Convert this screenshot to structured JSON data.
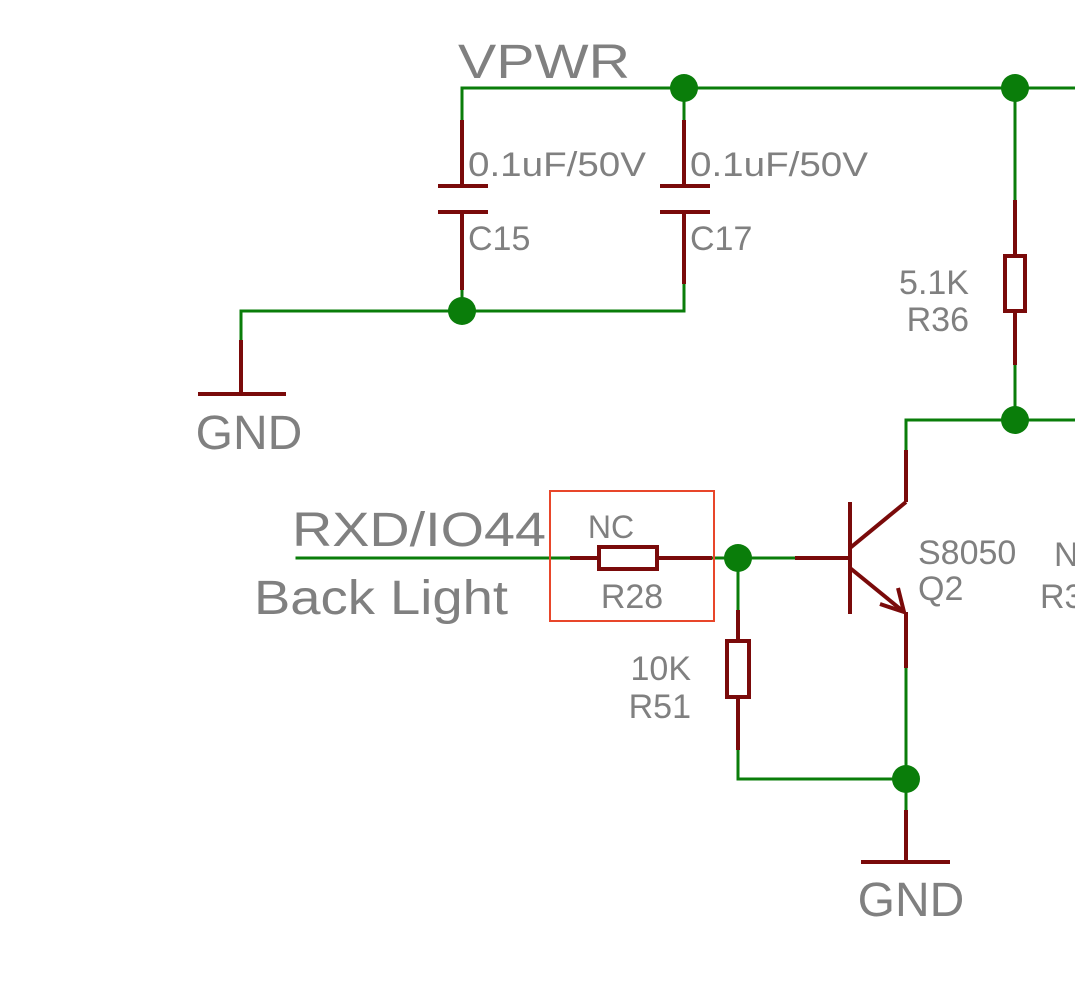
{
  "nets": {
    "vpwr": "VPWR",
    "gnd_left": "GND",
    "gnd_bottom": "GND",
    "rxd": "RXD/IO44",
    "backlight": "Back Light"
  },
  "components": {
    "c15": {
      "value": "0.1uF/50V",
      "ref": "C15"
    },
    "c17": {
      "value": "0.1uF/50V",
      "ref": "C17"
    },
    "r36": {
      "value": "5.1K",
      "ref": "R36"
    },
    "r28": {
      "value": "NC",
      "ref": "R28"
    },
    "r51": {
      "value": "10K",
      "ref": "R51"
    },
    "q2": {
      "value": "S8050",
      "ref": "Q2"
    },
    "r_partial": {
      "value": "N",
      "ref": "R3"
    }
  },
  "colors": {
    "wire": "#0a7d0a",
    "component": "#7a0a0a",
    "label": "#808080",
    "highlight_box": "#e8462a"
  }
}
